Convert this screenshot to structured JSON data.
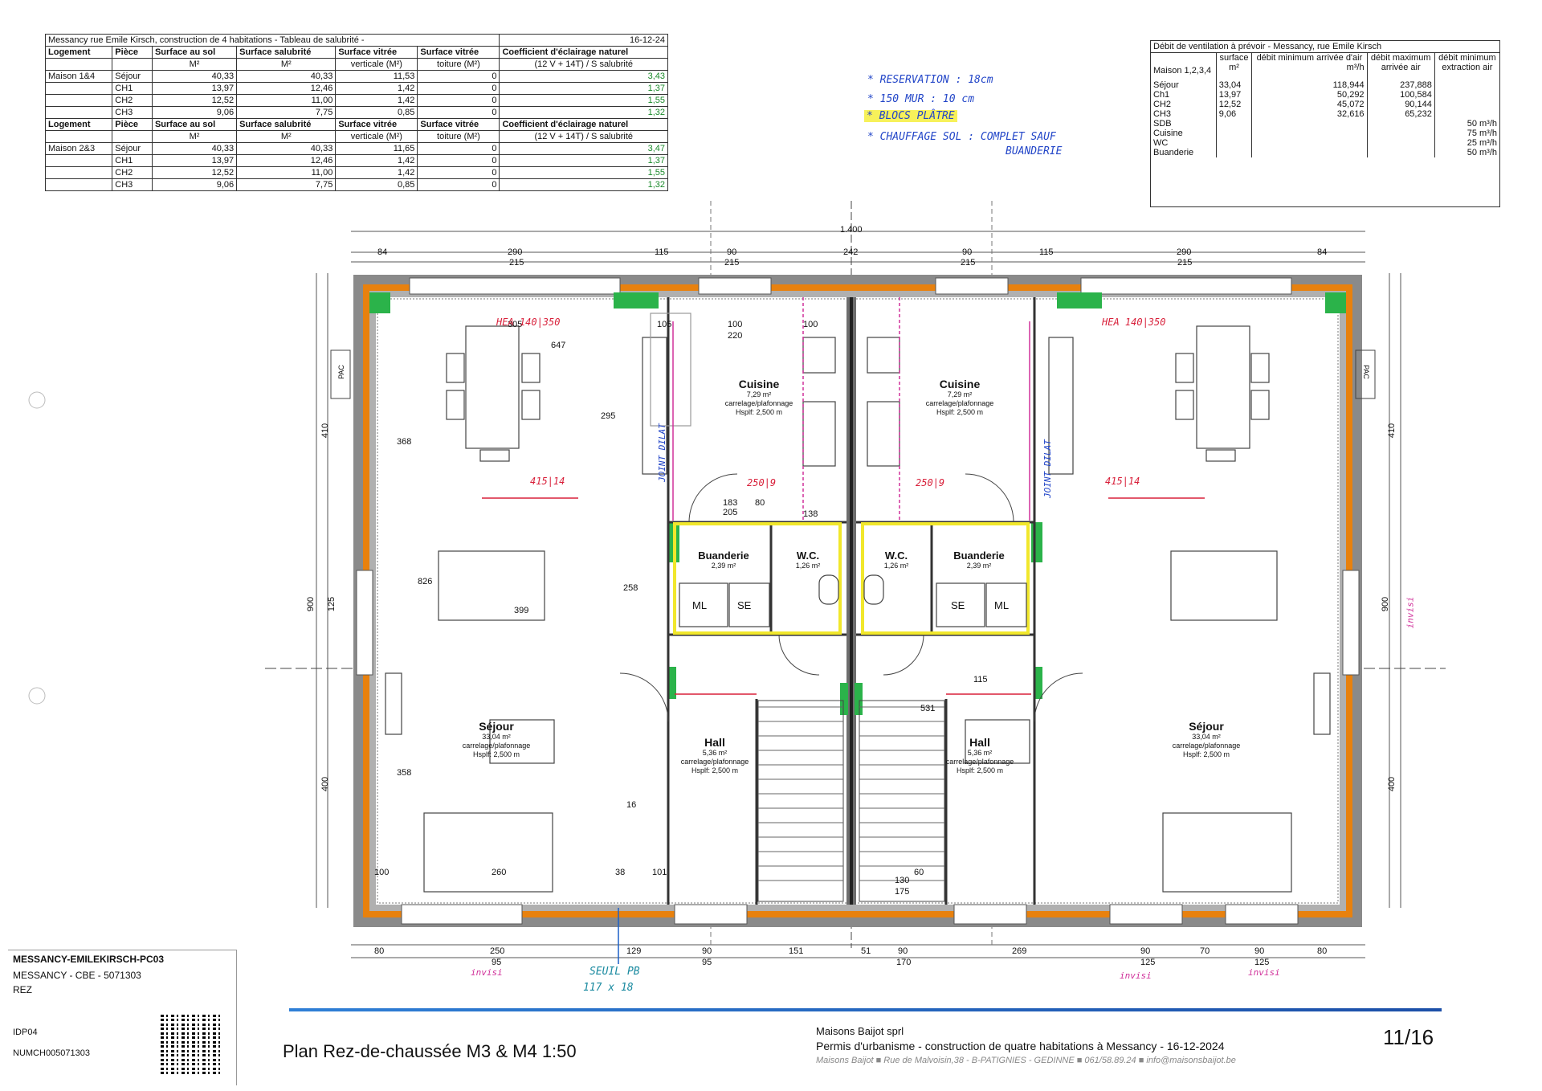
{
  "salubrite": {
    "caption": "Messancy rue Emile Kirsch, construction de 4 habitations - Tableau de salubrité -",
    "date": "16-12-24",
    "headers": [
      "Logement",
      "Pièce",
      "Surface au sol",
      "Surface salubrité",
      "Surface vitrée",
      "Surface vitrée",
      "Coefficient d'éclairage naturel"
    ],
    "subheaders": [
      "",
      "",
      "M²",
      "M²",
      "verticale (M²)",
      "toiture (M²)",
      "(12 V + 14T) / S salubrité"
    ],
    "group1": {
      "label": "Maison 1&4",
      "rows": [
        [
          "Séjour",
          "40,33",
          "40,33",
          "11,53",
          "0",
          "3,43"
        ],
        [
          "CH1",
          "13,97",
          "12,46",
          "1,42",
          "0",
          "1,37"
        ],
        [
          "CH2",
          "12,52",
          "11,00",
          "1,42",
          "0",
          "1,55"
        ],
        [
          "CH3",
          "9,06",
          "7,75",
          "0,85",
          "0",
          "1,32"
        ]
      ]
    },
    "group2": {
      "label": "Maison 2&3",
      "rows": [
        [
          "Séjour",
          "40,33",
          "40,33",
          "11,65",
          "0",
          "3,47"
        ],
        [
          "CH1",
          "13,97",
          "12,46",
          "1,42",
          "0",
          "1,37"
        ],
        [
          "CH2",
          "12,52",
          "11,00",
          "1,42",
          "0",
          "1,55"
        ],
        [
          "CH3",
          "9,06",
          "7,75",
          "0,85",
          "0",
          "1,32"
        ]
      ]
    }
  },
  "ventilation": {
    "title": "Débit de ventilation à prévoir - Messancy, rue Emile Kirsch",
    "col0": "Maison 1,2,3,4",
    "col1a": "surface",
    "col1b": "m²",
    "col2a": "débit minimum arrivée d'air",
    "col2b": "m³/h",
    "col3a": "débit maximum",
    "col3b": "arrivée air",
    "col4a": "débit minimum",
    "col4b": "extraction air",
    "rows": [
      [
        "Séjour",
        "33,04",
        "118,944",
        "237,888",
        ""
      ],
      [
        "Ch1",
        "13,97",
        "50,292",
        "100,584",
        ""
      ],
      [
        "CH2",
        "12,52",
        "45,072",
        "90,144",
        ""
      ],
      [
        "CH3",
        "9,06",
        "32,616",
        "65,232",
        ""
      ],
      [
        "SDB",
        "",
        "",
        "",
        "50 m³/h"
      ],
      [
        "Cuisine",
        "",
        "",
        "",
        "75 m³/h"
      ],
      [
        "WC",
        "",
        "",
        "",
        "25 m³/h"
      ],
      [
        "Buanderie",
        "",
        "",
        "",
        "50 m³/h"
      ]
    ]
  },
  "notes": {
    "n1": "* RESERVATION : 18cm",
    "n2": "* 150 MUR : 10 cm",
    "n3": "* BLOCS PLÂTRE",
    "n4": "* CHAUFFAGE SOL : COMPLET SAUF",
    "n5": "BUANDERIE"
  },
  "dims": {
    "overall": "1.400",
    "top_row1": [
      "84",
      "290",
      "115",
      "90",
      "242",
      "90",
      "115",
      "290",
      "84"
    ],
    "top_row2": [
      "215",
      "215",
      "215",
      "215"
    ],
    "bottom_row1": [
      "80",
      "250",
      "129",
      "90",
      "151",
      "51",
      "90",
      "269",
      "90",
      "70",
      "90",
      "80"
    ],
    "bottom_row2": [
      "95",
      "95",
      "170",
      "125",
      "125"
    ],
    "left": [
      "410",
      "900",
      "125",
      "400"
    ],
    "right": [
      "410",
      "900",
      "400"
    ],
    "misc": [
      "305",
      "105",
      "100",
      "220",
      "100",
      "647",
      "295",
      "368",
      "826",
      "399",
      "358",
      "260",
      "100",
      "38",
      "101",
      "16",
      "258",
      "183",
      "205",
      "80",
      "138",
      "531",
      "115",
      "130",
      "175",
      "60"
    ]
  },
  "rooms": {
    "cuisine_l": {
      "name": "Cuisine",
      "area": "7,29 m²",
      "finish": "carrelage/plafonnage",
      "h": "Hsplf: 2,500 m"
    },
    "cuisine_r": {
      "name": "Cuisine",
      "area": "7,29 m²",
      "finish": "carrelage/plafonnage",
      "h": "Hsplf: 2,500 m"
    },
    "buand_l": {
      "name": "Buanderie",
      "area": "2,39 m²"
    },
    "buand_r": {
      "name": "Buanderie",
      "area": "2,39 m²"
    },
    "wc_l": {
      "name": "W.C.",
      "area": "1,26 m²"
    },
    "wc_r": {
      "name": "W.C.",
      "area": "1,26 m²"
    },
    "sejour_l": {
      "name": "Séjour",
      "area": "33,04 m²",
      "finish": "carrelage/plafonnage",
      "h": "Hsplf: 2,500 m"
    },
    "sejour_r": {
      "name": "Séjour",
      "area": "33,04 m²",
      "finish": "carrelage/plafonnage",
      "h": "Hsplf: 2,500 m"
    },
    "hall_l": {
      "name": "Hall",
      "area": "5,36 m²",
      "finish": "carrelage/plafonnage",
      "h": "Hsplf: 2,500 m"
    },
    "hall_r": {
      "name": "Hall",
      "area": "5,36 m²",
      "finish": "carrelage/plafonnage",
      "h": "Hsplf: 2,500 m"
    }
  },
  "markups": {
    "hea_l": "HEA 140|350",
    "hea_r": "HEA 140|350",
    "ipe_l": "415|14",
    "ipe_r": "415|14",
    "beam_l": "250|9",
    "beam_r": "250|9",
    "joint_l": "JOINT DILAT",
    "joint_r": "JOINT DILAT",
    "seuil": "SEUIL PB",
    "seuil2": "117 x 18",
    "invisi": "invisi",
    "pac": "PAC",
    "ml": "ML",
    "se": "SE"
  },
  "cartouche": {
    "ref": "MESSANCY-EMILEKIRSCH-PC03",
    "place": "MESSANCY - CBE - 5071303",
    "level": "REZ",
    "idp": "IDP04",
    "numch": "NUMCH005071303",
    "plan_title": "Plan Rez-de-chaussée M3 & M4 1:50",
    "company": "Maisons Baijot sprl",
    "permit": "Permis d'urbanisme - construction de quatre habitations à Messancy - 16-12-2024",
    "address": "Maisons Baijot ■ Rue de Malvoisin,38 - B-PATIGNIES - GEDINNE ■ 061/58.89.24 ■ info@maisonsbaijot.be",
    "page": "11/16"
  }
}
